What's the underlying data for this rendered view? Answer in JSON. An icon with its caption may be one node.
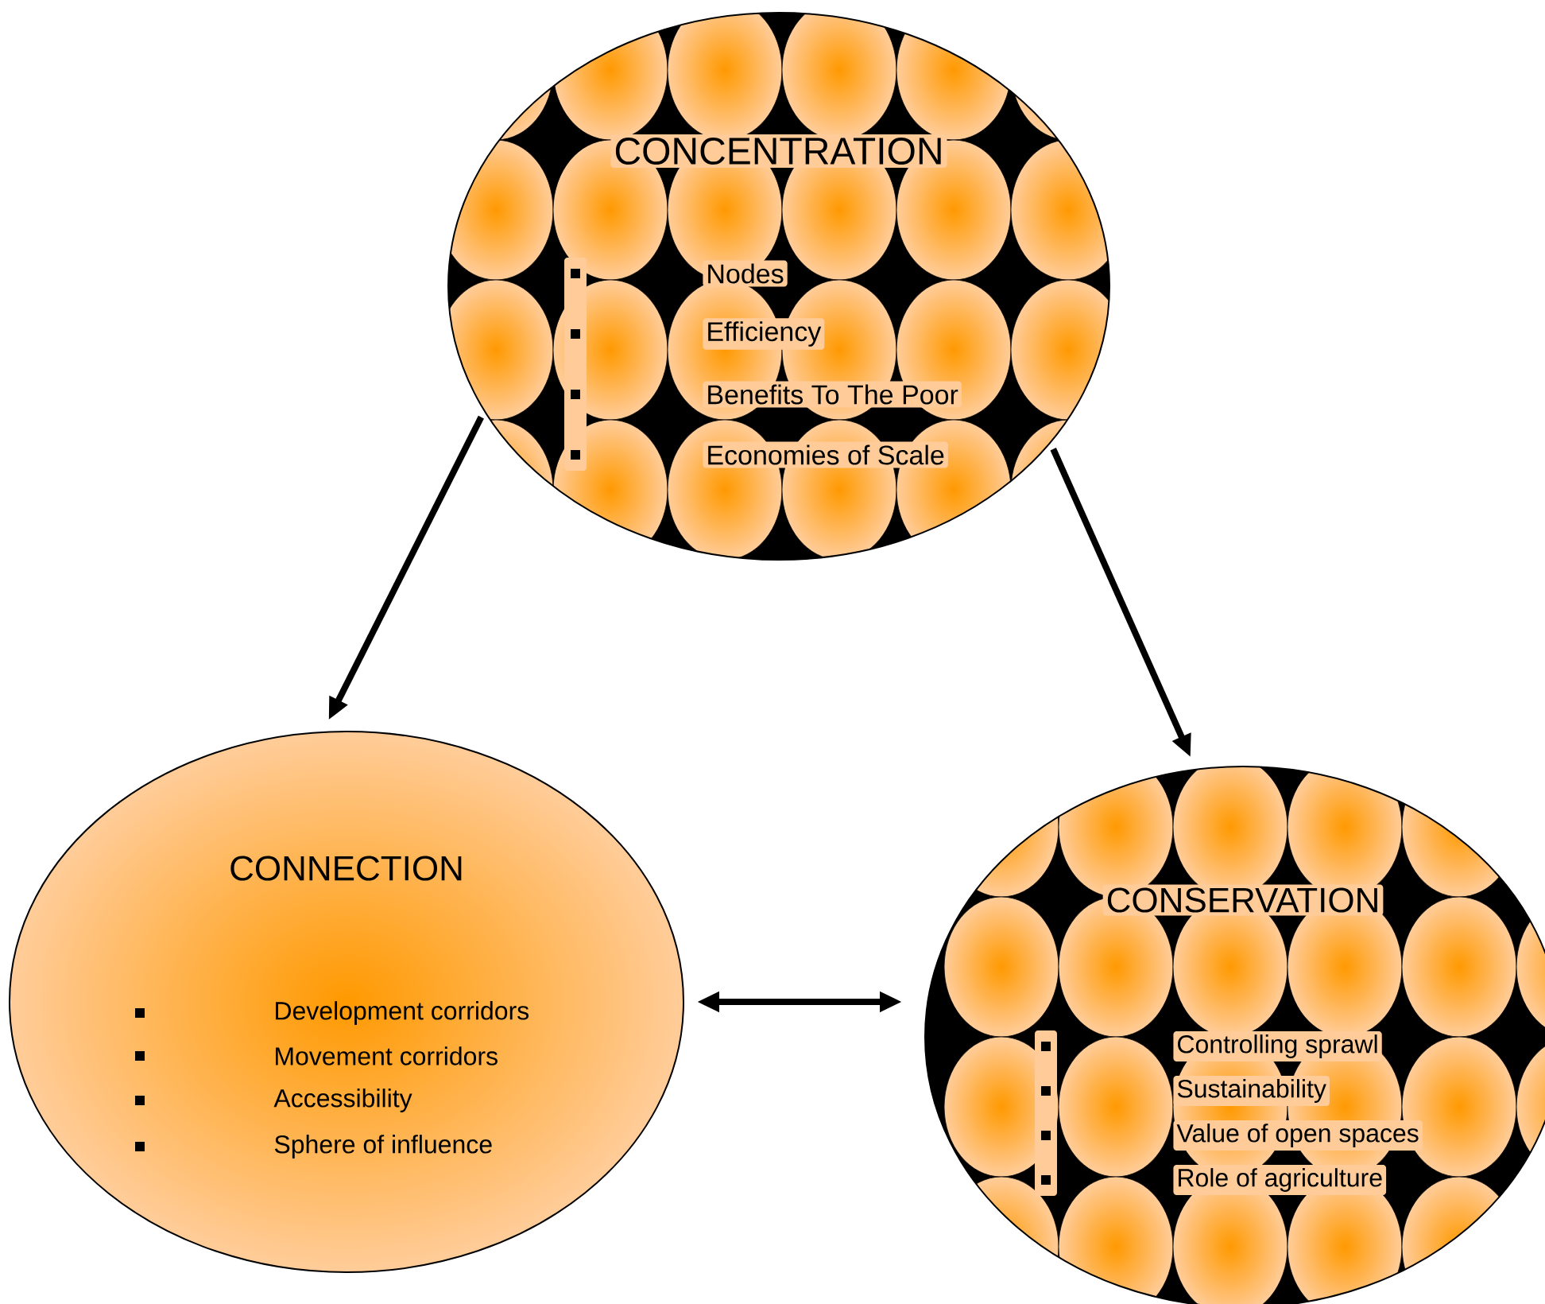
{
  "diagram": {
    "nodes": [
      {
        "text": [
          "CONCENTRATION",
          "Nodes",
          "Efficiency",
          "Benefits To The Poor",
          "Economies of Scale"
        ]
      },
      {
        "text": [
          "CONNECTION",
          "Development corridors",
          "Movement corridors",
          "Accessibility",
          "Sphere of influence"
        ]
      },
      {
        "text": [
          "CONSERVATION",
          "Controlling sprawl",
          "Sustainability",
          "Value of open spaces",
          "Role of agriculture"
        ]
      }
    ],
    "edges": [
      {
        "from": 0,
        "to": 1,
        "arrow": "to"
      },
      {
        "from": 0,
        "to": 2,
        "arrow": "to"
      },
      {
        "from": 1,
        "to": 2,
        "arrow": "both"
      }
    ]
  }
}
